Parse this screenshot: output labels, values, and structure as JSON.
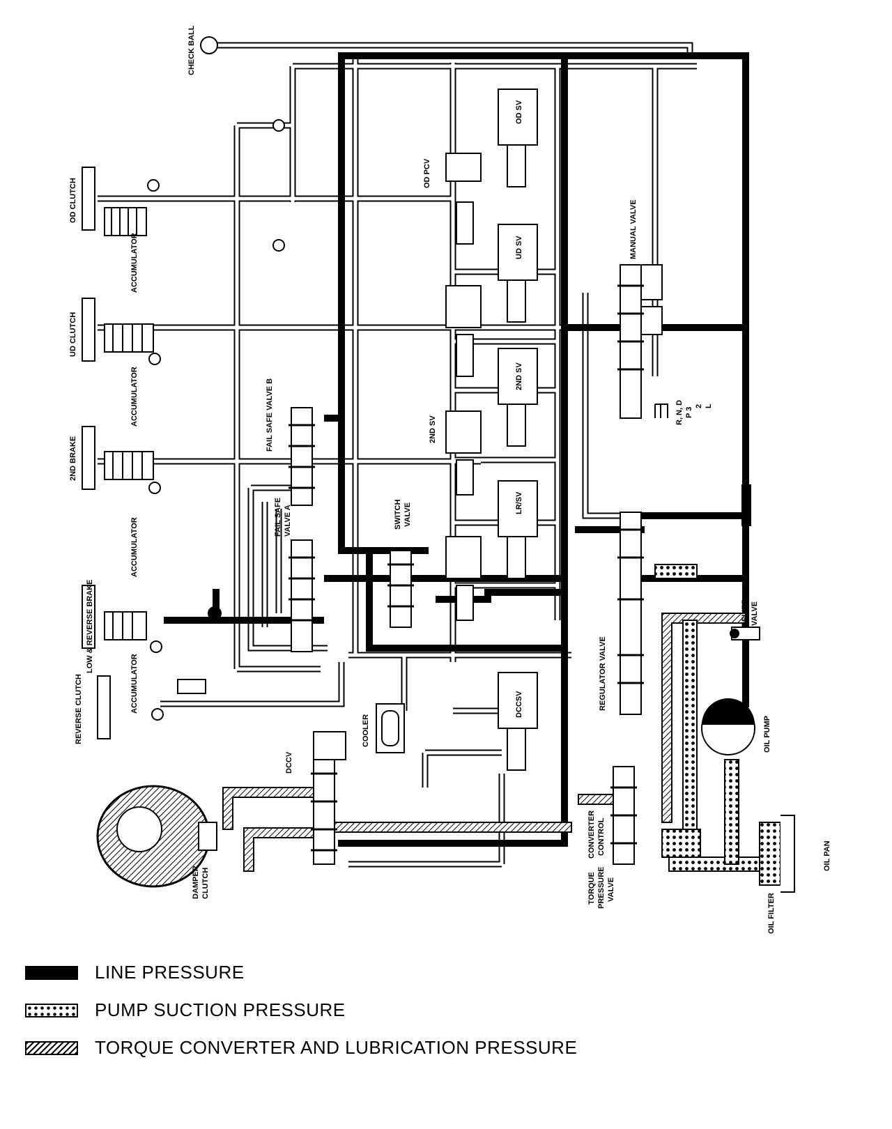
{
  "labels": {
    "check_ball": "CHECK BALL",
    "od_clutch": "OD CLUTCH",
    "accumulator_1": "ACCUMULATOR",
    "ud_clutch": "UD CLUTCH",
    "accumulator_2": "ACCUMULATOR",
    "brake_2nd": "2ND BRAKE",
    "accumulator_3": "ACCUMULATOR",
    "low_reverse_brake": "LOW & REVERSE BRAKE",
    "reverse_clutch": "REVERSE CLUTCH",
    "accumulator_4": "ACCUMULATOR",
    "fail_safe_b": "FAIL SAFE VALVE B",
    "fail_safe_a_1": "FAIL SAFE",
    "fail_safe_a_2": "VALVE A",
    "od_pcv": "OD PCV",
    "od_sv": "OD SV",
    "ud_sv": "UD SV",
    "sv_2nd_box": "2ND SV",
    "sv_2nd": "2ND SV",
    "lr_sv": "LR/SV",
    "switch_valve_1": "SWITCH",
    "switch_valve_2": "VALVE",
    "manual_valve": "MANUAL VALVE",
    "range_1": "R, N, D",
    "range_2": "P  3",
    "range_3": "2",
    "range_4": "L",
    "relief_valve_1": "RELIEF",
    "relief_valve_2": "VALVE",
    "regulator_valve": "REGULATOR VALVE",
    "oil_pump": "OIL PUMP",
    "dccsv": "DCCSV",
    "cooler": "COOLER",
    "dccv": "DCCV",
    "damper_clutch_1": "DAMPER",
    "damper_clutch_2": "CLUTCH",
    "converter_control_1": "CONVERTER",
    "converter_control_2": "CONTROL",
    "torque_pressure_1": "TORQUE",
    "torque_pressure_2": "PRESSURE",
    "torque_pressure_3": "VALVE",
    "oil_filter": "OIL FILTER",
    "oil_pan": "OIL PAN"
  },
  "legend": [
    {
      "pattern": "solid",
      "label": "LINE PRESSURE"
    },
    {
      "pattern": "dotted",
      "label": "PUMP SUCTION PRESSURE"
    },
    {
      "pattern": "hatched",
      "label": "TORQUE CONVERTER AND LUBRICATION PRESSURE"
    }
  ]
}
